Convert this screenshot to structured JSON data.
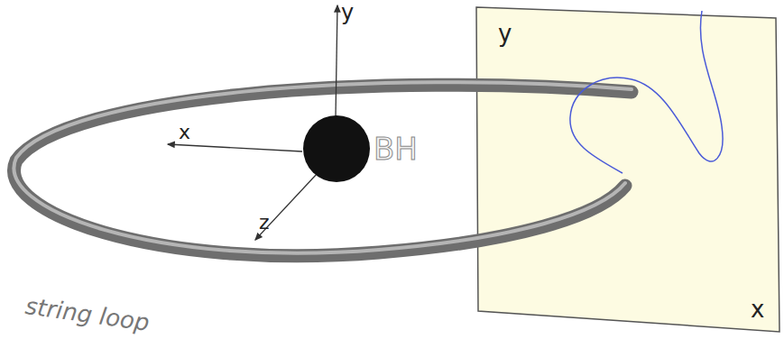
{
  "diagram": {
    "labels": [
      "y",
      "x",
      "z",
      "BH",
      "y",
      "x",
      "string loop"
    ]
  }
}
